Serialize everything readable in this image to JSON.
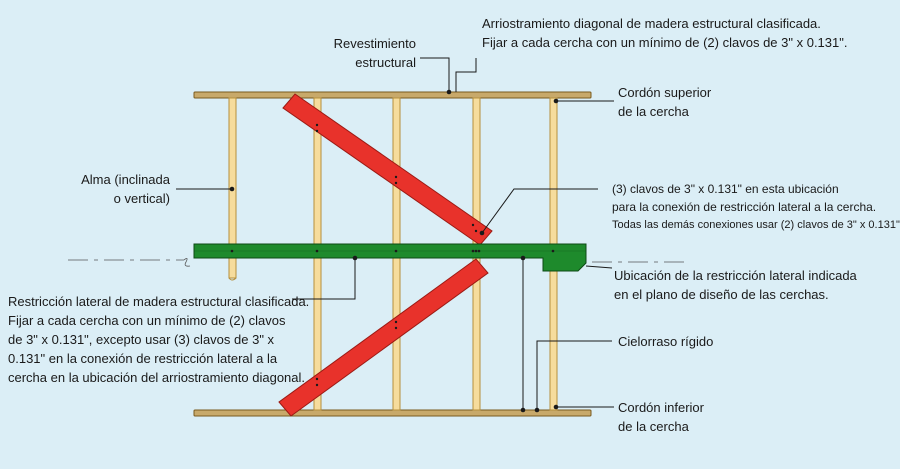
{
  "colors": {
    "background": "#dbeef6",
    "chord": "#c8a96a",
    "chord_edge": "#7a5a1e",
    "web_fill": "#f6dc9c",
    "web_edge": "#b58f3c",
    "restraint": "#1e8a2c",
    "restraint_edge": "#0d4a15",
    "brace": "#e8322b",
    "brace_edge": "#9b1a14",
    "leader": "#1a1a1a"
  },
  "labels": {
    "sheathing": [
      "Revestimiento",
      "estructural"
    ],
    "diagonal_brace": [
      "Arriostramiento diagonal de madera estructural clasificada.",
      "Fijar a cada cercha con un mínimo de (2) clavos de 3\" x 0.131\"."
    ],
    "top_chord": [
      "Cordón superior",
      "de la cercha"
    ],
    "web": [
      "Alma (inclinada",
      "o vertical)"
    ],
    "nails": [
      "(3) clavos de 3\" x 0.131\" en esta ubicación",
      "para la conexión de restricción lateral a la cercha.",
      "Todas las demás conexiones usar (2) clavos de 3\" x 0.131\"."
    ],
    "restraint_location": [
      "Ubicación de la restricción lateral indicada",
      "en el plano de diseño de las cerchas."
    ],
    "lateral_restraint": [
      "Restricción lateral de madera estructural clasificada.",
      "Fijar a cada cercha con un mínimo de (2) clavos",
      "de 3\" x 0.131\", excepto usar (3) clavos de 3\" x",
      "0.131\" en la conexión de restricción lateral a la",
      "cercha en la ubicación del arriostramiento diagonal."
    ],
    "ceiling": "Cielorraso rígido",
    "bottom_chord": [
      "Cordón inferior",
      "de la cercha"
    ]
  }
}
